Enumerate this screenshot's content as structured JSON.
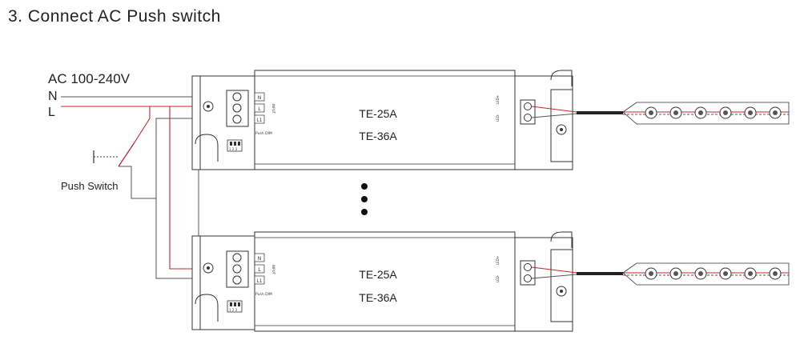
{
  "title": "3. Connect AC Push  switch",
  "ac_input": {
    "label": "AC 100-240V",
    "neutral": "N",
    "live": "L"
  },
  "push_switch_label": "Push Switch",
  "drivers": [
    {
      "model_line1": "TE-25A",
      "model_line2": "TE-36A",
      "terminals_in": [
        "N",
        "L",
        "L1"
      ],
      "terminals_out": [
        "LED+",
        "LED-"
      ],
      "input_text": "INPUT",
      "pushdim_text": "Push DIM",
      "dip_text": "1 2 3"
    },
    {
      "model_line1": "TE-25A",
      "model_line2": "TE-36A",
      "terminals_in": [
        "N",
        "L",
        "L1"
      ],
      "terminals_out": [
        "LED+",
        "LED-"
      ],
      "input_text": "INPUT",
      "pushdim_text": "Push DIM",
      "dip_text": "1 2 3"
    }
  ],
  "colors": {
    "live_wire": "#c0272d",
    "neutral_wire": "#555555",
    "outline": "#333333"
  },
  "icons": {
    "ellipsis": "vertical-dots-icon",
    "led": "led-chip-icon"
  }
}
